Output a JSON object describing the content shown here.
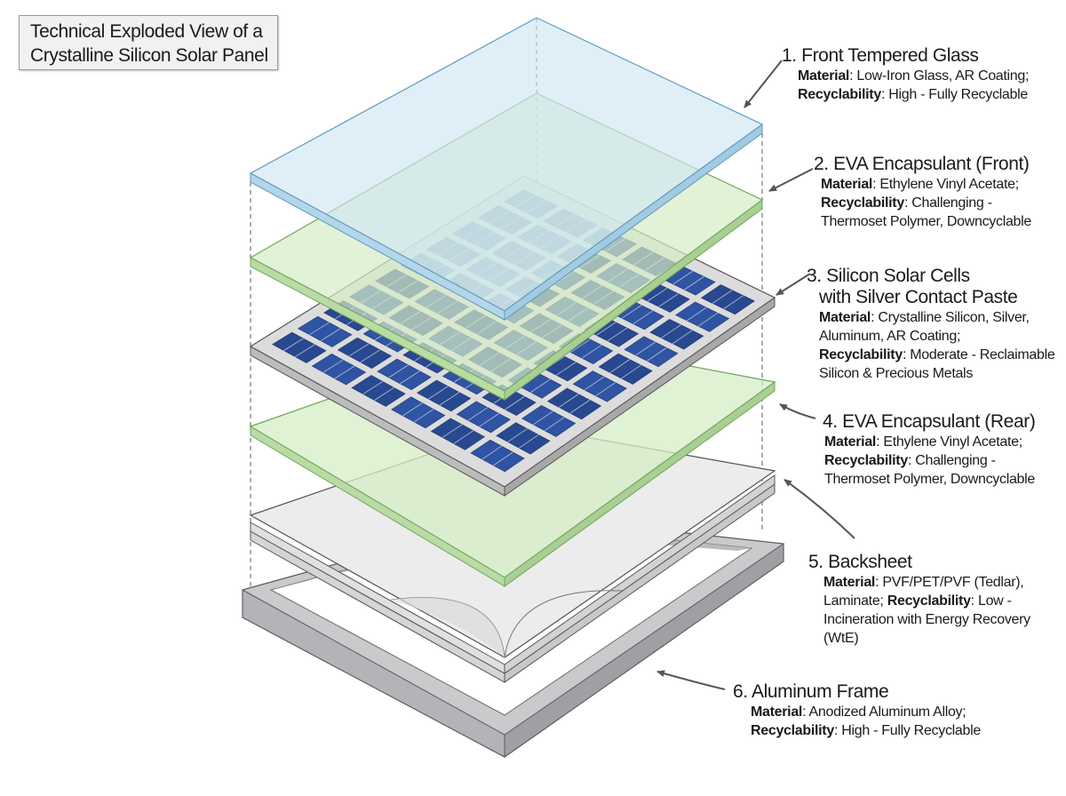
{
  "title": {
    "line1": "Technical Exploded View of a",
    "line2": "Crystalline Silicon Solar Panel"
  },
  "colors": {
    "glass": "#cfe6f3",
    "glass_edge": "#8fbcd6",
    "eva": "#d6edc6",
    "eva_edge": "#9ccb86",
    "cell": "#2d4f9c",
    "cell_dark": "#1f3a78",
    "cell_board": "#dcdcdc",
    "backsheet": "#ececec",
    "frame": "#c4c6c8",
    "frame_dark": "#9a9c9f"
  },
  "layers": [
    {
      "number": "1.",
      "name": "Front Tempered Glass",
      "material_label": "Material",
      "material": "Low-Iron Glass, AR Coating;",
      "recyclability_label": "Recyclability",
      "recyclability": "High - Fully Recyclable"
    },
    {
      "number": "2.",
      "name": "EVA Encapsulant (Front)",
      "material_label": "Material",
      "material": "Ethylene Vinyl Acetate;",
      "recyclability_label": "Recyclability",
      "recyclability": "Challenging -",
      "recyclability_2": "Thermoset Polymer, Downcyclable"
    },
    {
      "number": "3.",
      "name": "Silicon Solar Cells",
      "name_2": "with Silver Contact Paste",
      "material_label": "Material",
      "material": "Crystalline Silicon, Silver,",
      "material_2": "Aluminum, AR Coating;",
      "recyclability_label": "Recyclability",
      "recyclability": "Moderate - Reclaimable",
      "recyclability_2": "Silicon & Precious Metals"
    },
    {
      "number": "4.",
      "name": "EVA Encapsulant (Rear)",
      "material_label": "Material",
      "material": "Ethylene Vinyl Acetate;",
      "recyclability_label": "Recyclability",
      "recyclability": "Challenging -",
      "recyclability_2": "Thermoset Polymer, Downcyclable"
    },
    {
      "number": "5.",
      "name": "Backsheet",
      "material_label": "Material",
      "material": "PVF/PET/PVF (Tedlar),",
      "material_2": "Laminate;",
      "recyclability_label": "Recyclability",
      "recyclability": "Low -",
      "recyclability_2": "Incineration with Energy Recovery",
      "recyclability_3": "(WtE)"
    },
    {
      "number": "6.",
      "name": "Aluminum Frame",
      "material_label": "Material",
      "material": "Anodized Aluminum Alloy;",
      "recyclability_label": "Recyclability",
      "recyclability": "High - Fully Recyclable"
    }
  ]
}
